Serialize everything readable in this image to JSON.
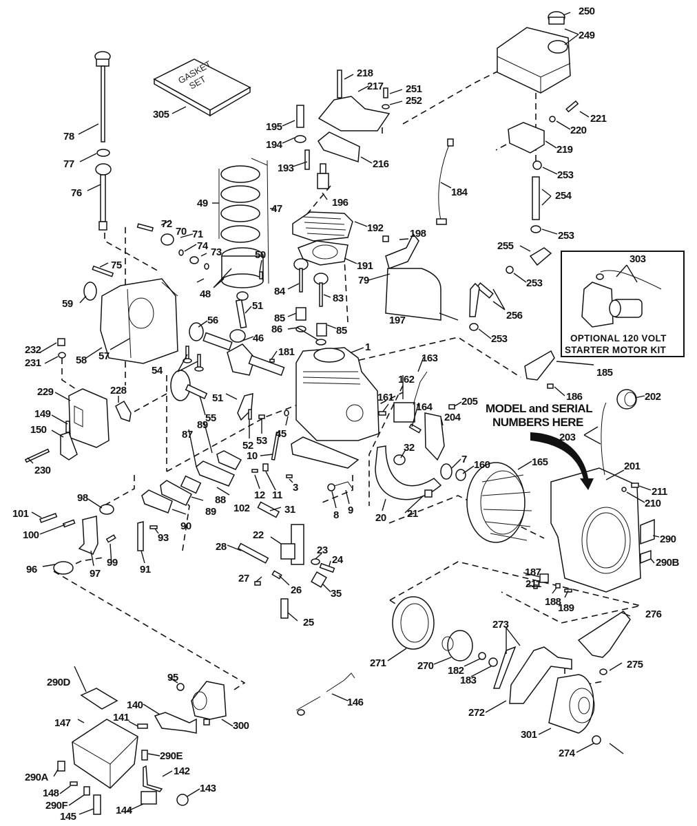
{
  "diagram": {
    "title": "Engine exploded parts diagram",
    "gasket_set_text": [
      "GASKET",
      "SET"
    ],
    "model_serial_note": [
      "MODEL and SERIAL",
      "NUMBERS HERE"
    ],
    "optional_kit": {
      "part": "303",
      "caption": [
        "OPTIONAL 120 VOLT",
        "STARTER MOTOR KIT"
      ]
    },
    "parts": [
      {
        "id": "1",
        "desc": "cylinder block"
      },
      {
        "id": "3",
        "desc": "screw"
      },
      {
        "id": "7",
        "desc": "oil seal"
      },
      {
        "id": "8",
        "desc": "nut"
      },
      {
        "id": "9",
        "desc": "link"
      },
      {
        "id": "10",
        "desc": "governor link"
      },
      {
        "id": "11",
        "desc": "clip"
      },
      {
        "id": "12",
        "desc": "screw"
      },
      {
        "id": "20",
        "desc": "air guide"
      },
      {
        "id": "21",
        "desc": "screw"
      },
      {
        "id": "22",
        "desc": "control bracket"
      },
      {
        "id": "23",
        "desc": "washer"
      },
      {
        "id": "24",
        "desc": "screw"
      },
      {
        "id": "25",
        "desc": "switch"
      },
      {
        "id": "26",
        "desc": "clip"
      },
      {
        "id": "27",
        "desc": "screw"
      },
      {
        "id": "28",
        "desc": "spring"
      },
      {
        "id": "31",
        "desc": "screw"
      },
      {
        "id": "32",
        "desc": "nut"
      },
      {
        "id": "35",
        "desc": "clip"
      },
      {
        "id": "45",
        "desc": "pin"
      },
      {
        "id": "46",
        "desc": "crankshaft"
      },
      {
        "id": "47",
        "desc": "piston assembly"
      },
      {
        "id": "48",
        "desc": "piston"
      },
      {
        "id": "49",
        "desc": "ring set"
      },
      {
        "id": "50",
        "desc": "retainer"
      },
      {
        "id": "51",
        "desc": "connecting rod"
      },
      {
        "id": "52",
        "desc": "screw"
      },
      {
        "id": "53",
        "desc": "screw"
      },
      {
        "id": "54",
        "desc": "valve lifter"
      },
      {
        "id": "55",
        "desc": "camshaft"
      },
      {
        "id": "56",
        "desc": "thrust washer"
      },
      {
        "id": "57",
        "desc": "gasket"
      },
      {
        "id": "58",
        "desc": "mounting flange"
      },
      {
        "id": "59",
        "desc": "oil seal"
      },
      {
        "id": "70",
        "desc": "governor gear"
      },
      {
        "id": "71",
        "desc": "governor spool"
      },
      {
        "id": "72",
        "desc": "shaft"
      },
      {
        "id": "73",
        "desc": "washer"
      },
      {
        "id": "74",
        "desc": "washer"
      },
      {
        "id": "75",
        "desc": "screw"
      },
      {
        "id": "76",
        "desc": "oil fill tube"
      },
      {
        "id": "77",
        "desc": "o-ring"
      },
      {
        "id": "78",
        "desc": "dipstick"
      },
      {
        "id": "79",
        "desc": "clip"
      },
      {
        "id": "83",
        "desc": "valve"
      },
      {
        "id": "84",
        "desc": "valve"
      },
      {
        "id": "85",
        "desc": "valve spring"
      },
      {
        "id": "86",
        "desc": "spring cap"
      },
      {
        "id": "87",
        "desc": "gasket"
      },
      {
        "id": "88",
        "desc": "breather"
      },
      {
        "id": "89",
        "desc": "gasket"
      },
      {
        "id": "90",
        "desc": "breather cover"
      },
      {
        "id": "91",
        "desc": "breather tube"
      },
      {
        "id": "93",
        "desc": "screw"
      },
      {
        "id": "95",
        "desc": "nut"
      },
      {
        "id": "96",
        "desc": "gasket"
      },
      {
        "id": "97",
        "desc": "intake pipe"
      },
      {
        "id": "98",
        "desc": "gasket"
      },
      {
        "id": "99",
        "desc": "screw"
      },
      {
        "id": "100",
        "desc": "screw"
      },
      {
        "id": "101",
        "desc": "screw"
      },
      {
        "id": "102",
        "desc": "screw"
      },
      {
        "id": "140",
        "desc": "bracket"
      },
      {
        "id": "141",
        "desc": "screw"
      },
      {
        "id": "142",
        "desc": "drain plug lever"
      },
      {
        "id": "143",
        "desc": "knob"
      },
      {
        "id": "144",
        "desc": "primer"
      },
      {
        "id": "145",
        "desc": "clip"
      },
      {
        "id": "146",
        "desc": "link"
      },
      {
        "id": "147",
        "desc": "carburetor cover"
      },
      {
        "id": "148",
        "desc": "screw"
      },
      {
        "id": "149",
        "desc": "screw"
      },
      {
        "id": "150",
        "desc": "bracket"
      },
      {
        "id": "160",
        "desc": "nut"
      },
      {
        "id": "161",
        "desc": "screw"
      },
      {
        "id": "162",
        "desc": "ignition module"
      },
      {
        "id": "163",
        "desc": "lead"
      },
      {
        "id": "164",
        "desc": "screw"
      },
      {
        "id": "165",
        "desc": "flywheel"
      },
      {
        "id": "181",
        "desc": "key"
      },
      {
        "id": "182",
        "desc": "washer"
      },
      {
        "id": "183",
        "desc": "nut"
      },
      {
        "id": "184",
        "desc": "spark plug lead"
      },
      {
        "id": "185",
        "desc": "bracket"
      },
      {
        "id": "186",
        "desc": "screw"
      },
      {
        "id": "187",
        "desc": "clip"
      },
      {
        "id": "188",
        "desc": "nut"
      },
      {
        "id": "189",
        "desc": "screw"
      },
      {
        "id": "191",
        "desc": "head gasket"
      },
      {
        "id": "192",
        "desc": "cylinder head"
      },
      {
        "id": "193",
        "desc": "screw"
      },
      {
        "id": "194",
        "desc": "washer"
      },
      {
        "id": "195",
        "desc": "bolt"
      },
      {
        "id": "196",
        "desc": "spark plug"
      },
      {
        "id": "197",
        "desc": "shield"
      },
      {
        "id": "198",
        "desc": "screw"
      },
      {
        "id": "201",
        "desc": "blower housing"
      },
      {
        "id": "202",
        "desc": "primer"
      },
      {
        "id": "203",
        "desc": "primer tube"
      },
      {
        "id": "204",
        "desc": "shield"
      },
      {
        "id": "205",
        "desc": "screw"
      },
      {
        "id": "210",
        "desc": "washer"
      },
      {
        "id": "211",
        "desc": "screw"
      },
      {
        "id": "216",
        "desc": "bracket"
      },
      {
        "id": "217",
        "desc": "tank bracket"
      },
      {
        "id": "218",
        "desc": "bolt"
      },
      {
        "id": "219",
        "desc": "bracket"
      },
      {
        "id": "220",
        "desc": "washer"
      },
      {
        "id": "221",
        "desc": "screw"
      },
      {
        "id": "228",
        "desc": "gasket"
      },
      {
        "id": "229",
        "desc": "muffler"
      },
      {
        "id": "230",
        "desc": "screw"
      },
      {
        "id": "231",
        "desc": "washer"
      },
      {
        "id": "232",
        "desc": "plug"
      },
      {
        "id": "249",
        "desc": "fuel tank"
      },
      {
        "id": "250",
        "desc": "fuel cap"
      },
      {
        "id": "251",
        "desc": "screw"
      },
      {
        "id": "252",
        "desc": "washer"
      },
      {
        "id": "253",
        "desc": "clamp"
      },
      {
        "id": "254",
        "desc": "fuel line"
      },
      {
        "id": "255",
        "desc": "shutoff valve"
      },
      {
        "id": "256",
        "desc": "fuel line"
      },
      {
        "id": "270",
        "desc": "pulley"
      },
      {
        "id": "271",
        "desc": "starter cup"
      },
      {
        "id": "272",
        "desc": "bracket"
      },
      {
        "id": "273",
        "desc": "pin"
      },
      {
        "id": "274",
        "desc": "nut"
      },
      {
        "id": "275",
        "desc": "washer"
      },
      {
        "id": "276",
        "desc": "handle"
      },
      {
        "id": "290",
        "desc": "decal"
      },
      {
        "id": "290A",
        "desc": "decal"
      },
      {
        "id": "290B",
        "desc": "decal"
      },
      {
        "id": "290D",
        "desc": "decal"
      },
      {
        "id": "290E",
        "desc": "decal"
      },
      {
        "id": "290F",
        "desc": "decal"
      },
      {
        "id": "300",
        "desc": "carburetor"
      },
      {
        "id": "301",
        "desc": "recoil starter"
      },
      {
        "id": "303",
        "desc": "starter motor kit"
      },
      {
        "id": "305",
        "desc": "gasket set"
      }
    ]
  }
}
